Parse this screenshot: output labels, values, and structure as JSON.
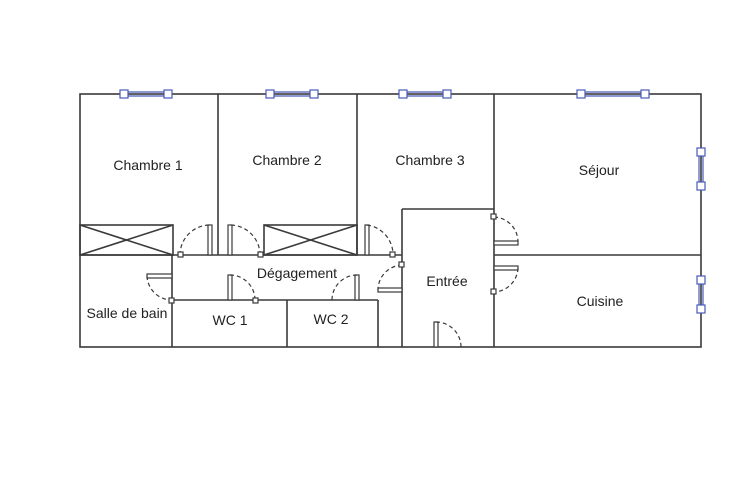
{
  "rooms": {
    "chambre1": "Chambre 1",
    "chambre2": "Chambre 2",
    "chambre3": "Chambre 3",
    "sejour": "Séjour",
    "degagement": "Dégagement",
    "entree": "Entrée",
    "cuisine": "Cuisine",
    "salle_de_bain": "Salle de bain",
    "wc1": "WC 1",
    "wc2": "WC 2"
  },
  "colors": {
    "wall": "#3a3a3a",
    "window": "#4a5ab8"
  }
}
